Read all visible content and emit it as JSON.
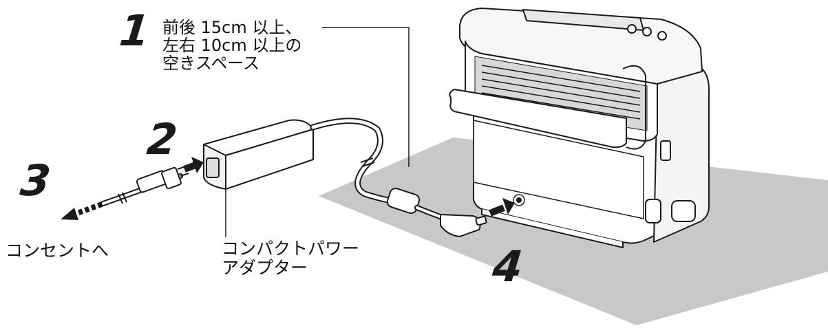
{
  "steps": {
    "step1": "1",
    "step2": "2",
    "step3": "3",
    "step4": "4"
  },
  "labels": {
    "space": [
      "前後 15cm 以上、",
      "左右 10cm 以上の",
      "空きスペース"
    ],
    "adapter": [
      "コンパクトパワー",
      "アダプター"
    ],
    "outlet": "コンセントへ"
  },
  "colors": {
    "floor": "#c8c8c8",
    "outline": "#1a1a1a",
    "body": "#ffffff",
    "arrow": "#1a1a1a"
  },
  "icons": {
    "printer": "printer-device",
    "adapter": "power-adapter",
    "plug": "ac-plug",
    "dc_plug": "dc-plug"
  }
}
